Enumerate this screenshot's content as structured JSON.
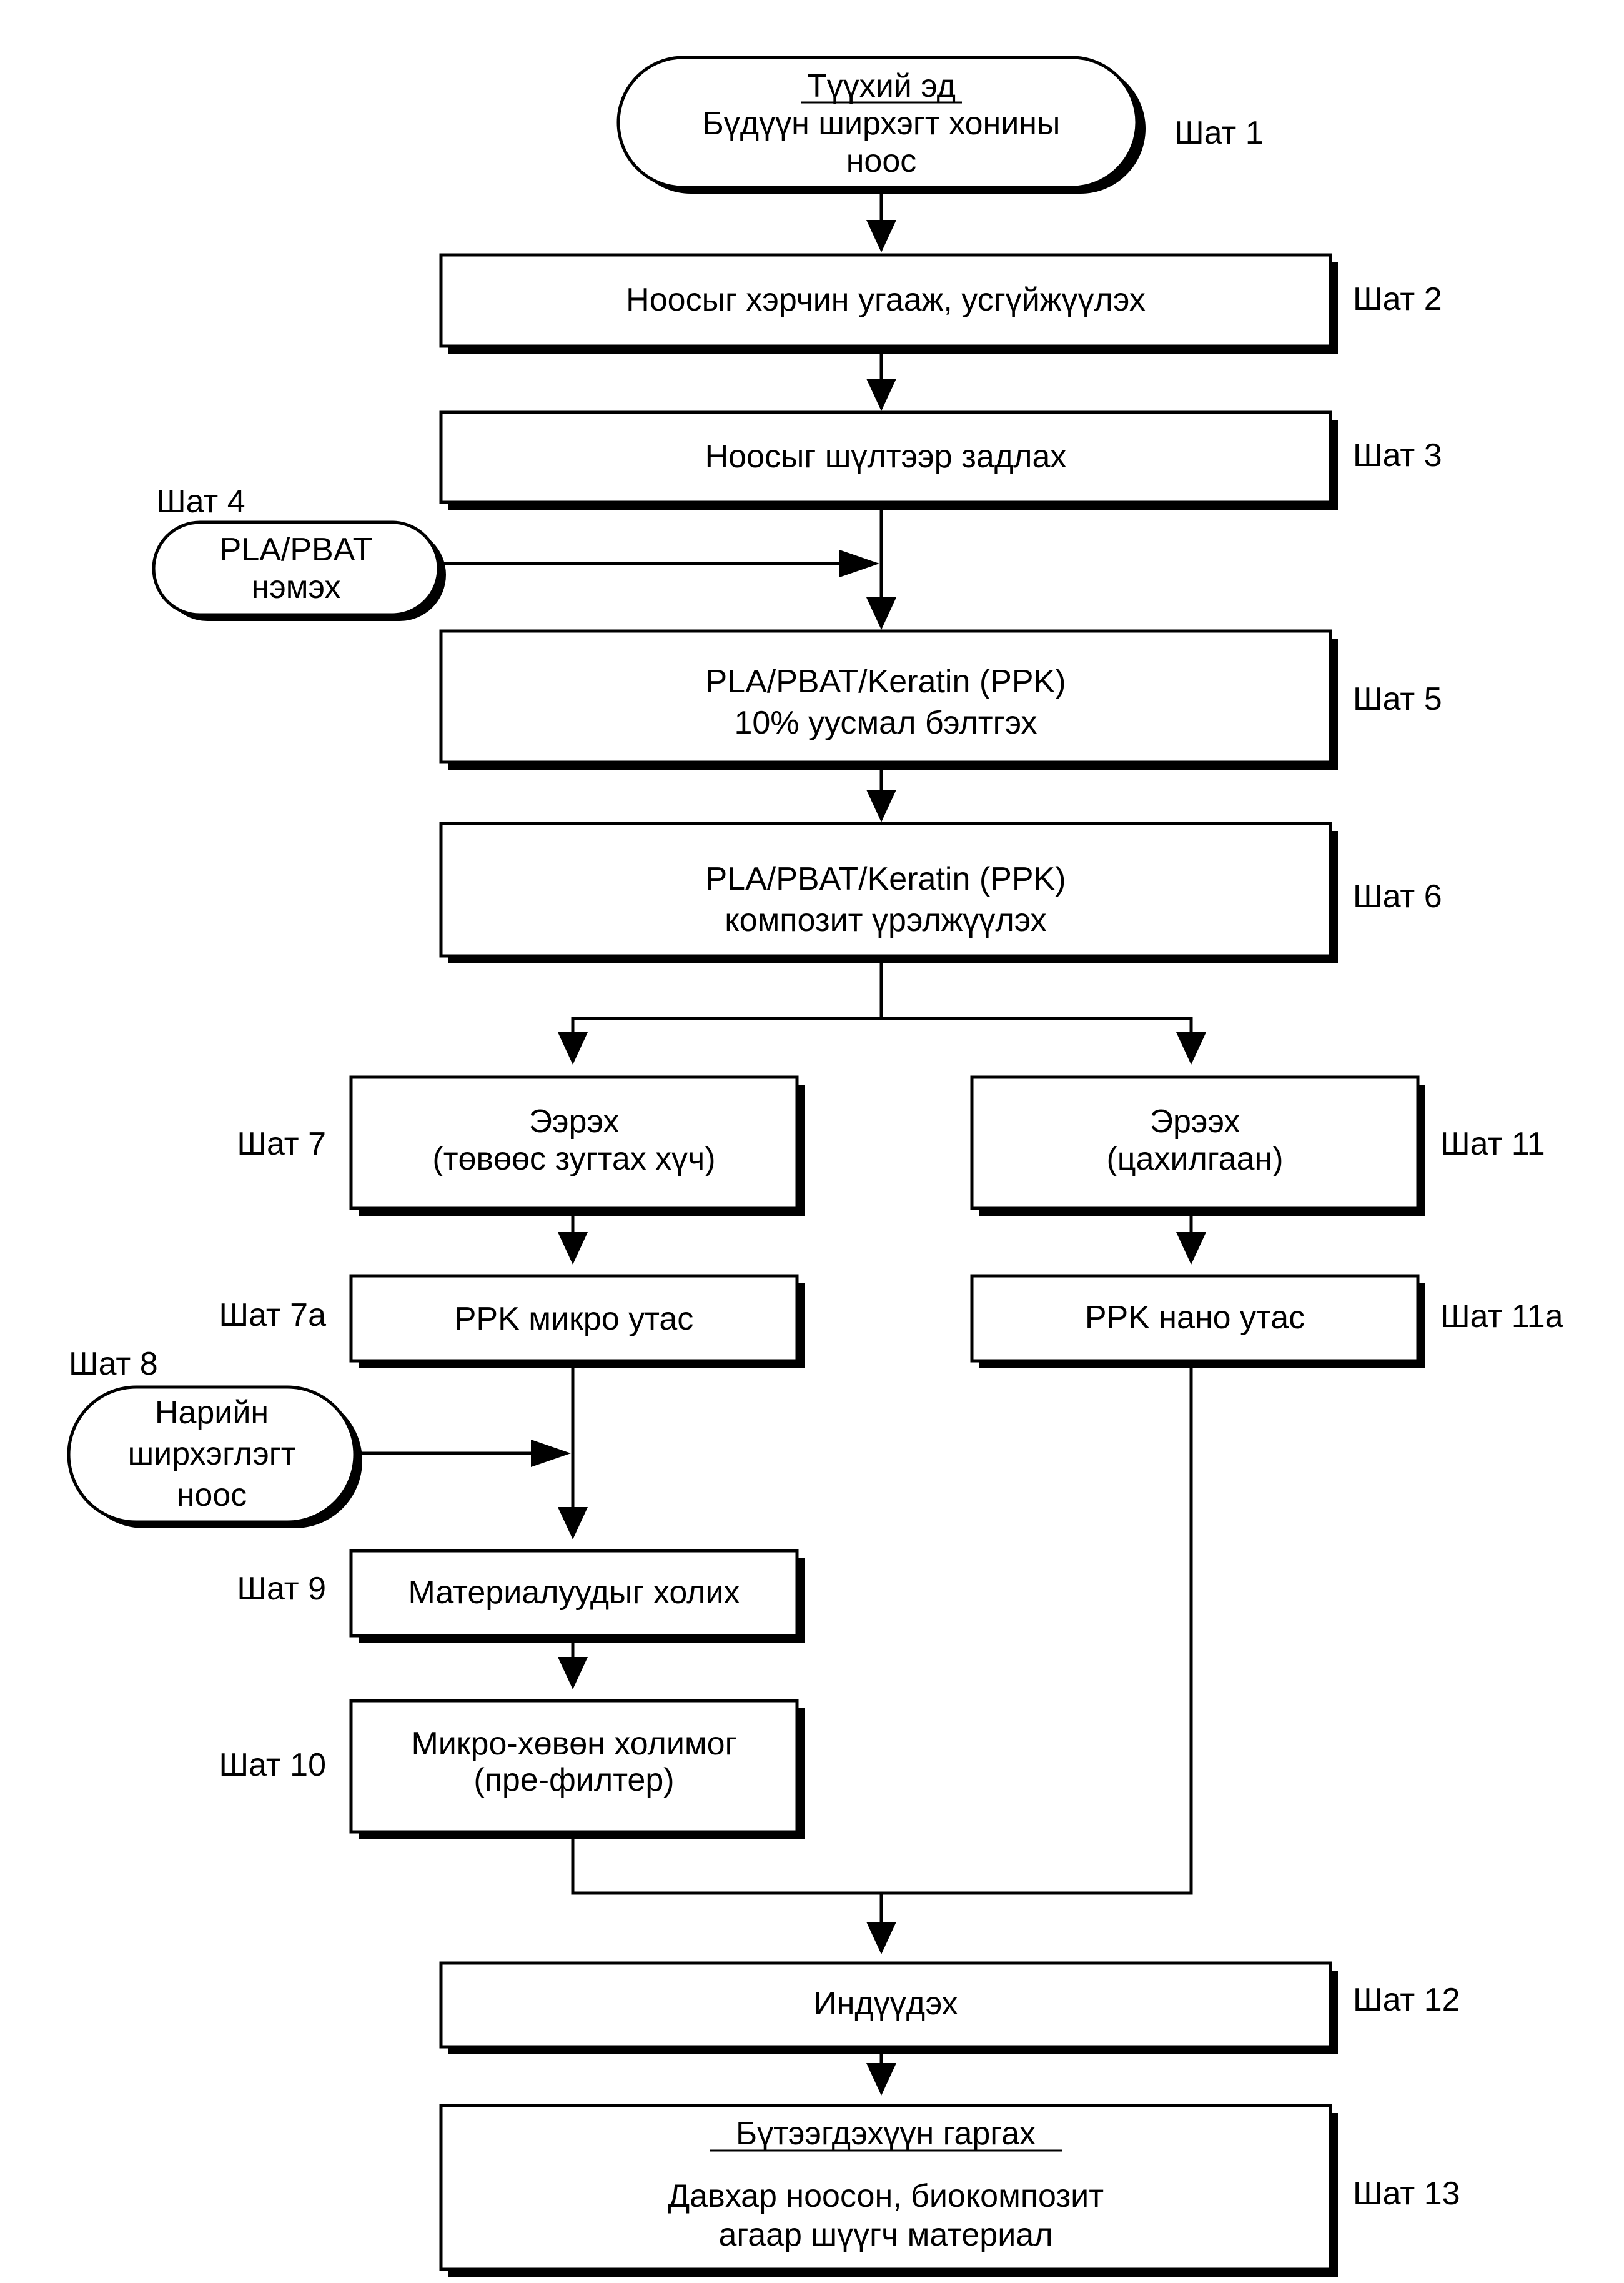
{
  "colors": {
    "line": "#000000",
    "fill": "#ffffff"
  },
  "nodes": {
    "raw_material": {
      "title": "Түүхий эд",
      "line1": "Бүдүүн ширхэгт хонины",
      "line2": "ноос",
      "step": "Шат 1"
    },
    "wash_dry": {
      "text": "Ноосыг хэрчин угааж, усгүйжүүлэх",
      "step": "Шат 2"
    },
    "comb": {
      "text": "Ноосыг шүлтээр задлах",
      "step": "Шат 3"
    },
    "add_pla_pbat": {
      "line1": "PLA/PBAT",
      "line2": "нэмэх",
      "step": "Шат 4"
    },
    "solution": {
      "line1": "PLA/PBAT/Keratin (PPK)",
      "line2": "10% уусмал бэлтгэх",
      "step": "Шат 5"
    },
    "composite": {
      "line1": "PLA/PBAT/Keratin (PPK)",
      "line2": "композит үрэлжүүлэх",
      "step": "Шат 6"
    },
    "spin_centrifugal": {
      "line1": "Ээрэх",
      "line2": "(төвөөс зугтах хүч)",
      "step": "Шат 7"
    },
    "micro_fiber": {
      "text": "PPK микро утас",
      "step": "Шат 7а"
    },
    "fine_wool": {
      "line1": "Нарийн",
      "line2": "ширхэглэгт",
      "line3": "ноос",
      "step": "Шат 8"
    },
    "mix": {
      "text": "Материалуудыг холих",
      "step": "Шат 9"
    },
    "pre_filter": {
      "line1": "Микро-хөвөн холимог",
      "line2": "(пре-филтер)",
      "step": "Шат 10"
    },
    "spin_electro": {
      "line1": "Эрээх",
      "line2": "(цахилгаан)",
      "step": "Шат 11"
    },
    "nano_fiber": {
      "text": "PPK нано утас",
      "step": "Шат 11а"
    },
    "compress": {
      "text": "Индүүдэх",
      "step": "Шат 12"
    },
    "product": {
      "title": "Бүтээгдэхүүн гаргах",
      "line1": "Давхар ноосон, биокомпозит",
      "line2": "агаар шүүгч материал",
      "step": "Шат 13"
    }
  }
}
